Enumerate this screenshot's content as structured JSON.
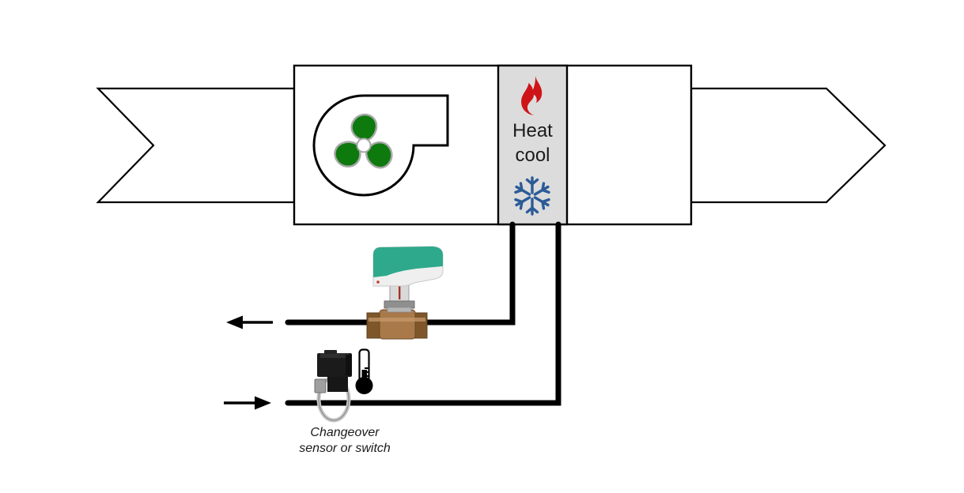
{
  "coil_section": {
    "label_line1": "Heat",
    "label_line2": "cool"
  },
  "caption": {
    "line1": "Changeover",
    "line2": "sensor or switch"
  },
  "icons": {
    "fan": "centrifugal-supply-fan",
    "flame": "heating-mode-flame",
    "snowflake": "cooling-mode-snowflake",
    "valve": "changeover-zone-valve-with-actuator",
    "sensor": "strap-on-changeover-sensor",
    "thermometer": "pipe-temperature-thermometer",
    "flow_left_arrow": "water-flow-out-arrow",
    "flow_right_arrow": "water-flow-in-arrow",
    "duct_inlet": "air-duct-inlet-arrow",
    "duct_outlet": "air-duct-outlet-arrow"
  },
  "colors": {
    "outline": "#000000",
    "coil_bg": "#dcdcdc",
    "flame_red": "#ce1417",
    "snow_blue": "#2b5b97",
    "fan_green": "#0e7a0e",
    "blade_outline": "#a8a8a8",
    "valve_green": "#2fa98c",
    "valve_white": "#efefef",
    "brass": "#a9794a",
    "brass_dark": "#7e5629",
    "chrome": "#d9d9d9",
    "clamp_silver": "#c6c6c6",
    "pipe_black": "#000000"
  }
}
